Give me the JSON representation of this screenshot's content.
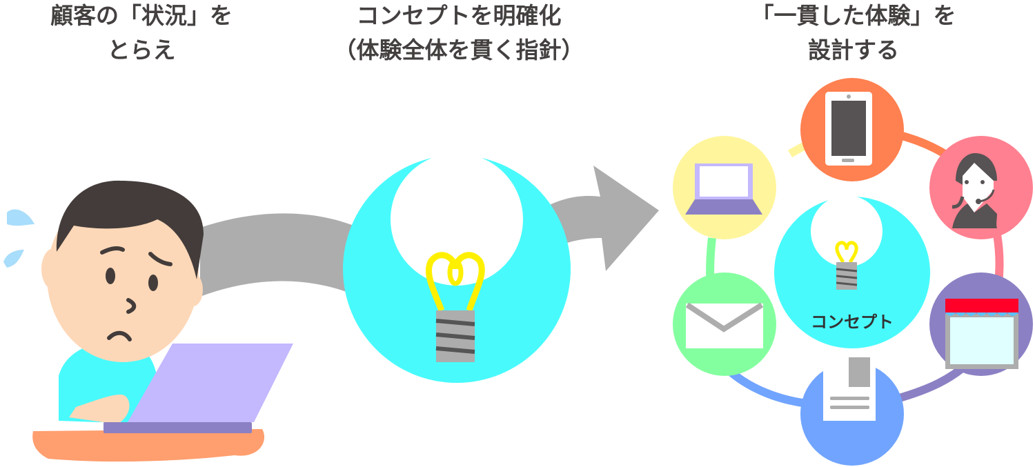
{
  "steps": [
    {
      "title_lines": [
        "顧客の「状況」を",
        "とらえ"
      ]
    },
    {
      "title_lines": [
        "コンセプトを明確化",
        "（体験全体を貫く指針）"
      ]
    },
    {
      "title_lines": [
        "「一貫した体験」を",
        "設計する"
      ]
    }
  ],
  "hub": {
    "label": "コンセプト"
  },
  "touchpoints": [
    {
      "icon": "smartphone-icon",
      "color": "#FF8050"
    },
    {
      "icon": "operator-headset-icon",
      "color": "#FF8090"
    },
    {
      "icon": "store-icon",
      "color": "#8C80C4"
    },
    {
      "icon": "document-icon",
      "color": "#70A4FF"
    },
    {
      "icon": "mail-icon",
      "color": "#84FFA0"
    },
    {
      "icon": "laptop-icon",
      "color": "#FFF59C"
    }
  ],
  "colors": {
    "cyan": "#48FAFC",
    "arrow": "#ADADAD",
    "text": "#444040",
    "bulb": "#FFF000"
  }
}
